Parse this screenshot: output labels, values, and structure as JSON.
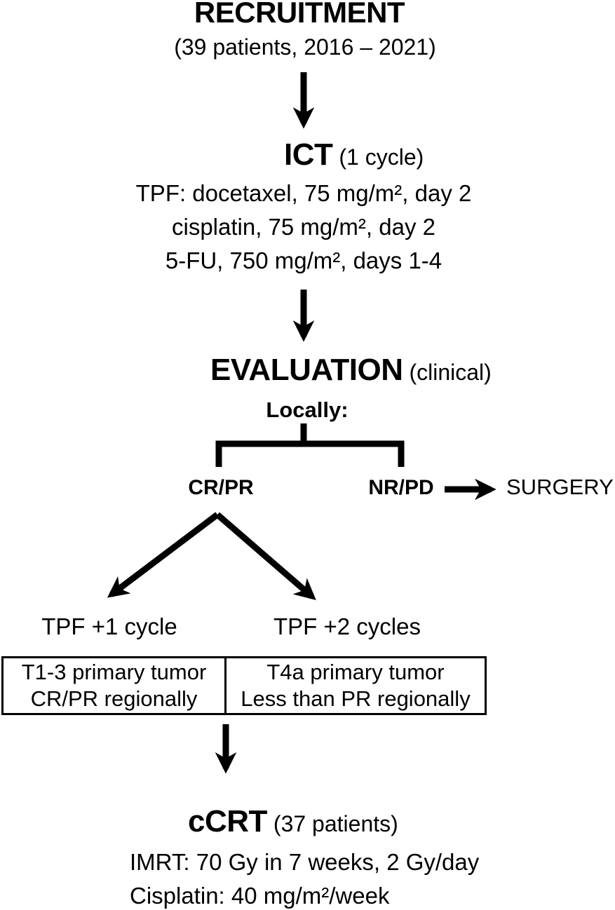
{
  "figure": {
    "recruitment": {
      "title": "RECRUITMENT",
      "subtitle": "(39 patients, 2016 – 2021)"
    },
    "ict": {
      "title": "ICT",
      "subtitle": "(1 cycle)",
      "regimen": [
        "TPF: docetaxel, 75 mg/m², day 2",
        "cisplatin, 75 mg/m², day 2",
        "5-FU, 750 mg/m², days 1-4"
      ]
    },
    "evaluation": {
      "title": "EVALUATION",
      "subtitle": "(clinical)",
      "scope_label": "Locally:",
      "outcome_left": "CR/PR",
      "outcome_right": "NR/PD",
      "surgery_label": "SURGERY"
    },
    "continuation": {
      "left_label": "TPF +1 cycle",
      "right_label": "TPF +2 cycles",
      "criteria_left": [
        "T1-3 primary tumor",
        "CR/PR regionally"
      ],
      "criteria_right": [
        "T4a primary tumor",
        "Less than PR regionally"
      ]
    },
    "ccrt": {
      "title": "cCRT",
      "subtitle": "(37 patients)",
      "details": [
        "IMRT: 70 Gy in 7 weeks, 2 Gy/day",
        "Cisplatin: 40 mg/m²/week"
      ]
    },
    "colors": {
      "ink": "#000000",
      "background": "#ffffff"
    }
  }
}
